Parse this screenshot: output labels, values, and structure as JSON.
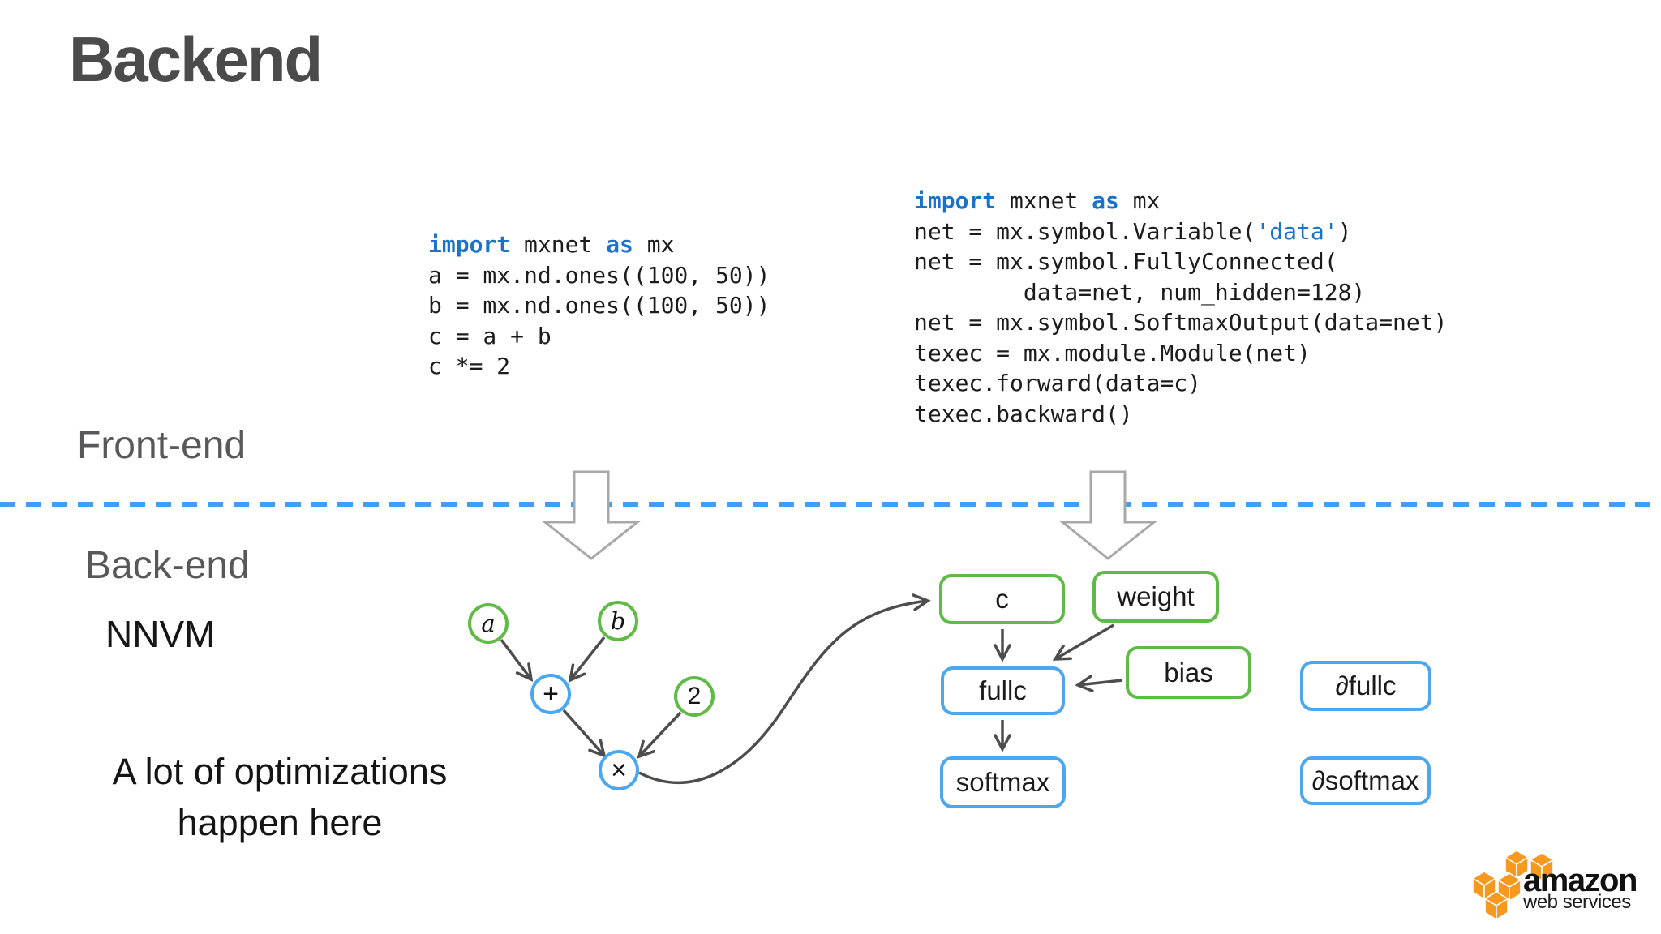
{
  "title": "Backend",
  "sections": {
    "front_end": "Front-end",
    "back_end": "Back-end",
    "nnvm": "NNVM",
    "note_line1": "A lot of optimizations",
    "note_line2": "happen here"
  },
  "code_left": {
    "lines": [
      [
        {
          "t": "import",
          "c": "kw"
        },
        {
          "t": " mxnet "
        },
        {
          "t": "as",
          "c": "kw"
        },
        {
          "t": " mx"
        }
      ],
      [
        {
          "t": "a = mx.nd.ones((100, 50))"
        }
      ],
      [
        {
          "t": "b = mx.nd.ones((100, 50))"
        }
      ],
      [
        {
          "t": "c = a + b"
        }
      ],
      [
        {
          "t": "c *= 2"
        }
      ]
    ]
  },
  "code_right": {
    "lines": [
      [
        {
          "t": "import",
          "c": "kw"
        },
        {
          "t": " mxnet "
        },
        {
          "t": "as",
          "c": "kw"
        },
        {
          "t": " mx"
        }
      ],
      [
        {
          "t": "net = mx.symbol.Variable("
        },
        {
          "t": "'data'",
          "c": "str"
        },
        {
          "t": ")"
        }
      ],
      [
        {
          "t": "net = mx.symbol.FullyConnected("
        }
      ],
      [
        {
          "t": "        data=net, num_hidden=128)"
        }
      ],
      [
        {
          "t": "net = mx.symbol.SoftmaxOutput(data=net)"
        }
      ],
      [
        {
          "t": "texec = mx.module.Module(net)"
        }
      ],
      [
        {
          "t": "texec.forward(data=c)"
        }
      ],
      [
        {
          "t": "texec.backward()"
        }
      ]
    ]
  },
  "graph_left": {
    "nodes": [
      {
        "id": "a",
        "label": "a",
        "shape": "circle",
        "color": "green"
      },
      {
        "id": "b",
        "label": "b",
        "shape": "circle",
        "color": "green"
      },
      {
        "id": "plus",
        "label": "+",
        "shape": "circle",
        "color": "blue"
      },
      {
        "id": "two",
        "label": "2",
        "shape": "circle",
        "color": "green"
      },
      {
        "id": "times",
        "label": "×",
        "shape": "circle",
        "color": "blue"
      }
    ]
  },
  "graph_right": {
    "boxes": [
      {
        "id": "c",
        "label": "c",
        "color": "green"
      },
      {
        "id": "weight",
        "label": "weight",
        "color": "green"
      },
      {
        "id": "fullc",
        "label": "fullc",
        "color": "blue"
      },
      {
        "id": "bias",
        "label": "bias",
        "color": "green"
      },
      {
        "id": "softmax",
        "label": "softmax",
        "color": "blue"
      },
      {
        "id": "dfullc",
        "label": "∂fullc",
        "color": "blue"
      },
      {
        "id": "dsoftmax",
        "label": "∂softmax",
        "color": "blue"
      }
    ]
  },
  "logo": {
    "brand": "amazon",
    "subtitle": "web services"
  },
  "colors": {
    "node_green": "#5fba46",
    "node_blue": "#4aa7f0",
    "dash_blue": "#3f9ef7",
    "keyword_blue": "#1a72c9",
    "string_blue": "#1a72c9",
    "edge_gray": "#4d4d4d",
    "big_arrow_gray": "#a8a8a8",
    "logo_orange": "#f7981f",
    "title_gray": "#4b4b4b",
    "label_gray": "#58585a"
  }
}
